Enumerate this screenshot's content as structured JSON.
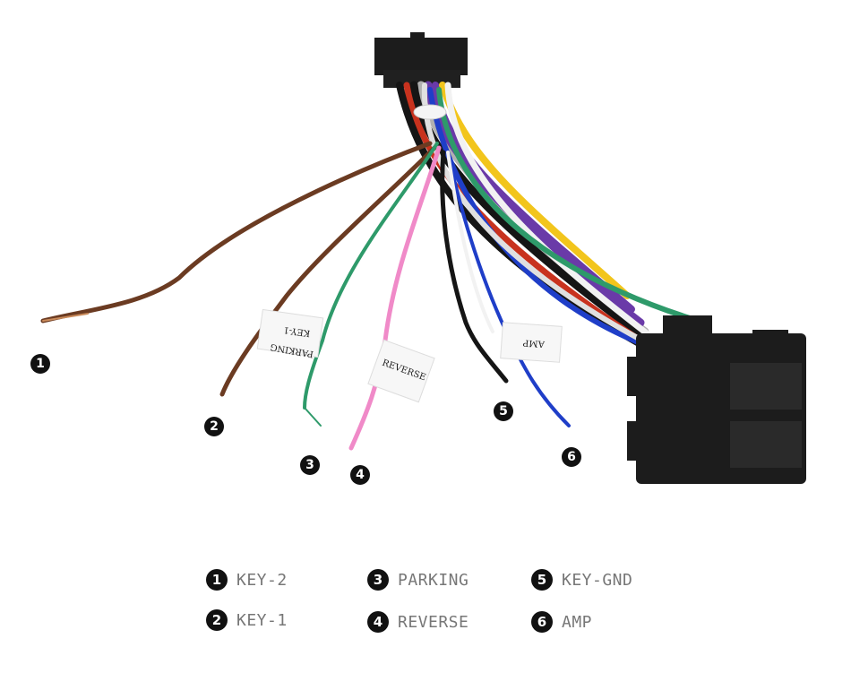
{
  "markers": [
    {
      "number": "1"
    },
    {
      "number": "2"
    },
    {
      "number": "3"
    },
    {
      "number": "4"
    },
    {
      "number": "5"
    },
    {
      "number": "6"
    }
  ],
  "wire_tags": {
    "key1": "KEY-1",
    "parking": "PARKING",
    "reverse": "REVERSE",
    "amp": "AMP"
  },
  "legend": [
    {
      "number": "1",
      "label": "KEY-2"
    },
    {
      "number": "2",
      "label": "KEY-1"
    },
    {
      "number": "3",
      "label": "PARKING"
    },
    {
      "number": "4",
      "label": "REVERSE"
    },
    {
      "number": "5",
      "label": "KEY-GND"
    },
    {
      "number": "6",
      "label": "AMP"
    }
  ],
  "colors": {
    "brown": "#6b3b22",
    "green": "#2e9a6a",
    "pink": "#f08ac8",
    "black": "#151515",
    "blue": "#1f3ec8",
    "purple": "#6a3aa8",
    "yellow": "#f2c51c",
    "red": "#c8321e",
    "white": "#f2f2f2",
    "gray": "#b0b0b0",
    "connector": "#1c1c1c"
  }
}
